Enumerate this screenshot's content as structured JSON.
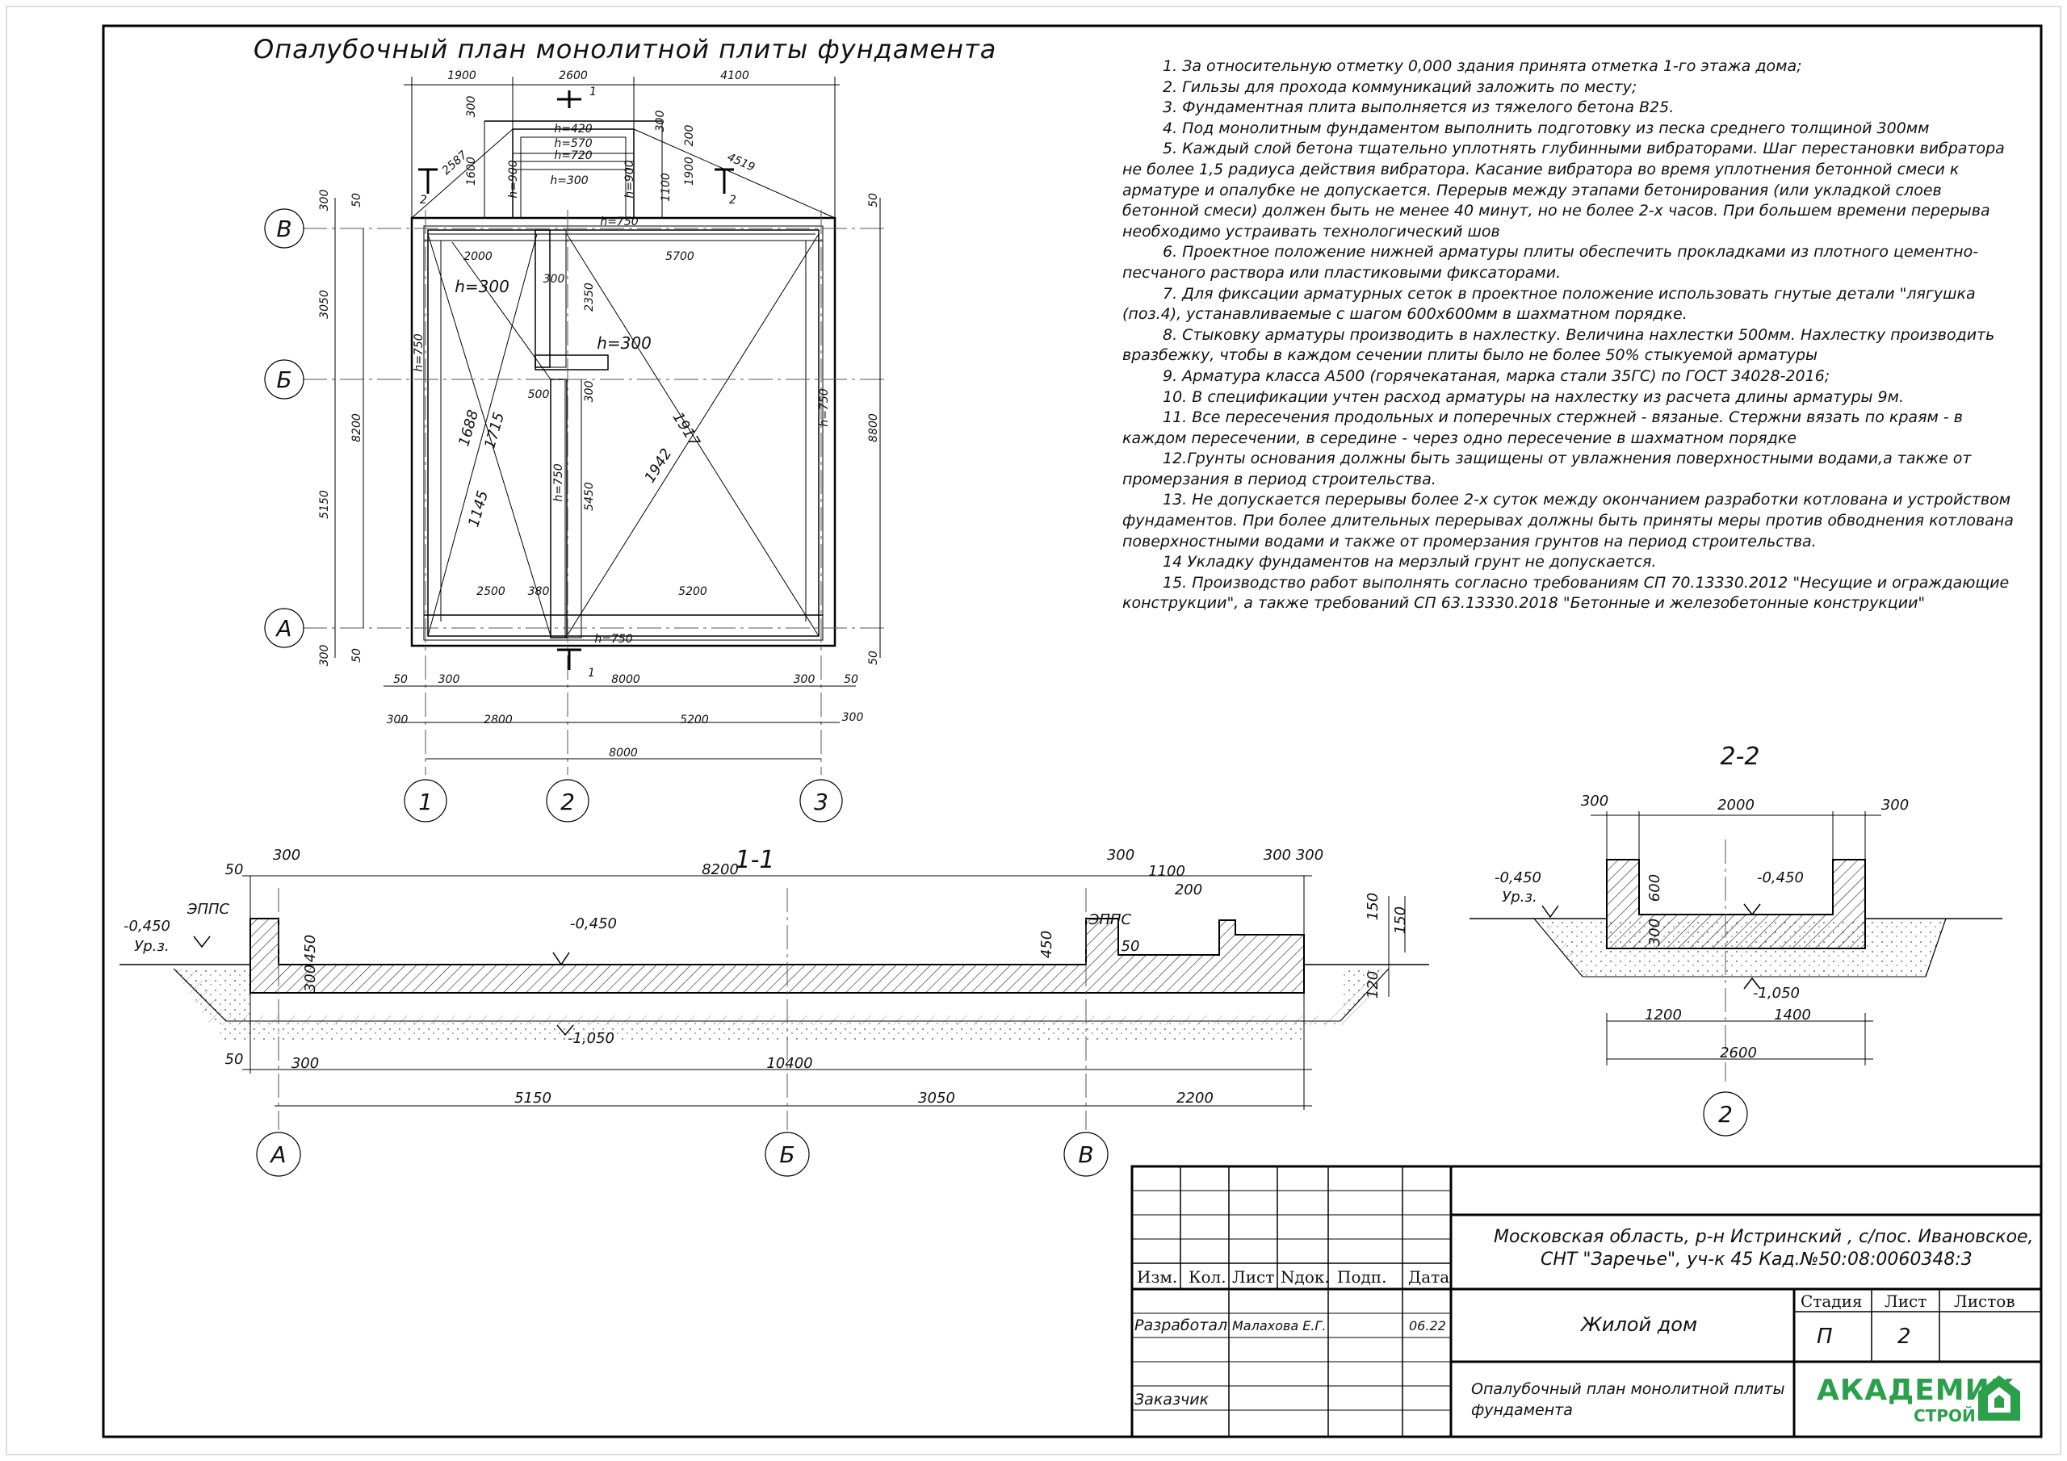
{
  "plan_title": "Опалубочный план монолитной плиты фундамента",
  "notes": [
    "1. За относительную отметку 0,000 здания принята отметка 1-го этажа дома;",
    "2. Гильзы для прохода коммуникаций заложить по месту;",
    "3. Фундаментная плита выполняется из тяжелого бетона В25.",
    "4. Под монолитным фундаментом выполнить подготовку из песка среднего толщиной 300мм",
    "5. Каждый слой бетона тщательно уплотнять глубинными вибраторами. Шаг перестановки вибратора не более 1,5 радиуса действия вибратора. Касание вибратора во время уплотнения бетонной смеси к арматуре и опалубке не допускается. Перерыв между этапами бетонирования (или укладкой слоев бетонной смеси) должен быть не менее 40 минут, но не более 2-х часов. При большем времени перерыва необходимо устраивать технологический шов",
    "6. Проектное положение нижней арматуры плиты обеспечить прокладками из плотного цементно-песчаного раствора или пластиковыми фиксаторами.",
    "7. Для фиксации арматурных сеток в проектное положение использовать гнутые детали \"лягушка (поз.4), устанавливаемые с шагом 600х600мм в шахматном порядке.",
    "8. Стыковку арматуры производить в нахлестку. Величина нахлестки 500мм. Нахлестку производить вразбежку, чтобы в каждом сечении плиты было не более 50% стыкуемой арматуры",
    "9. Арматура класса А500 (горячекатаная, марка стали 35ГС) по ГОСТ 34028-2016;",
    "10. В спецификации учтен расход арматуры на нахлестку из расчета длины арматуры 9м.",
    "11. Все пересечения продольных и поперечных стержней - вязаные. Стержни вязать по краям - в каждом пересечении, в середине - через одно пересечение в шахматном порядке",
    "12.Грунты основания должны быть защищены от увлажнения поверхностными водами,а также от промерзания в период строительства.",
    "13. Не допускается перерывы более 2-х суток между окончанием разработки котлована и устройством фундаментов. При более длительных перерывах должны быть приняты меры против обводнения котлована поверхностными водами и также от промерзания грунтов на период строительства.",
    "14 Укладку фундаментов на мерзлый грунт не допускается.",
    "15. Производство работ выполнять согласно требованиям СП 70.13330.2012 \"Несущие и ограждающие конструкции\", а также требований СП 63.13330.2018 \"Бетонные и железобетонные конструкции\""
  ],
  "plan": {
    "axes_rows": [
      "В",
      "Б",
      "А"
    ],
    "axes_cols": [
      "1",
      "2",
      "3"
    ],
    "top_dims": [
      "1900",
      "2600",
      "4100"
    ],
    "bottom_dims_1": [
      "50",
      "300",
      "8000",
      "300",
      "50"
    ],
    "bottom_dims_2": [
      "300",
      "2800",
      "5200",
      "300"
    ],
    "bottom_dims_3": "8000",
    "left_dims": [
      "300",
      "50",
      "3050",
      "8200",
      "5150",
      "300",
      "50"
    ],
    "right_dims": [
      "50",
      "8800",
      "50"
    ],
    "inner_labels": [
      "2000",
      "5700",
      "h=300",
      "h=300",
      "2500",
      "380",
      "5200",
      "h=750",
      "h=750",
      "h=750",
      "h=750",
      "h=750",
      "300",
      "2350",
      "300",
      "500",
      "5450",
      "1688",
      "1715",
      "1145",
      "1942",
      "1917"
    ],
    "porch_labels": [
      "h=420",
      "h=570",
      "h=720",
      "h=900",
      "h=300",
      "h=900",
      "1600",
      "1100",
      "1900",
      "300",
      "200",
      "300",
      "2587",
      "4519"
    ],
    "section_marks": [
      "1",
      "2",
      "2",
      "1"
    ]
  },
  "section_1_1": {
    "title": "1-1",
    "labels": [
      "8200",
      "300",
      "300",
      "1100",
      "300 300",
      "200",
      "50",
      "ЭППС",
      "ЭППС",
      "-0,450",
      "-0,450",
      "Ур.з.",
      "450",
      "300",
      "450",
      "50",
      "150",
      "150",
      "120",
      "-1,050",
      "50",
      "300",
      "10400",
      "5150",
      "3050",
      "2200"
    ],
    "axes": [
      "А",
      "Б",
      "В"
    ]
  },
  "section_2_2": {
    "title": "2-2",
    "labels": [
      "300",
      "2000",
      "300",
      "-0,450",
      "-0,450",
      "Ур.з.",
      "600",
      "300",
      "-1,050",
      "1200",
      "1400",
      "2600"
    ],
    "axis": "2"
  },
  "title_block": {
    "header": [
      "Изм.",
      "Кол.",
      "Лист",
      "Nдок.",
      "Подп.",
      "Дата"
    ],
    "developed_label": "Разработал",
    "developed_name": "Малахова Е.Г.",
    "developed_date": "06.22",
    "customer_label": "Заказчик",
    "address_line1": "Московская область, р-н Истринский , с/пос. Ивановское,",
    "address_line2": "СНТ \"Заречье\", уч-к 45 Кад.№50:08:0060348:3",
    "object": "Жилой дом",
    "stage_header": "Стадия",
    "sheet_header": "Лист",
    "sheets_header": "Листов",
    "stage": "П",
    "sheet": "2",
    "sheets": "",
    "drawing_title_line1": "Опалубочный план монолитной плиты",
    "drawing_title_line2": "фундамента",
    "logo_main": "АКАДЕМИК",
    "logo_sub": "СТРОЙ",
    "logo_color": "#2aa04a"
  }
}
